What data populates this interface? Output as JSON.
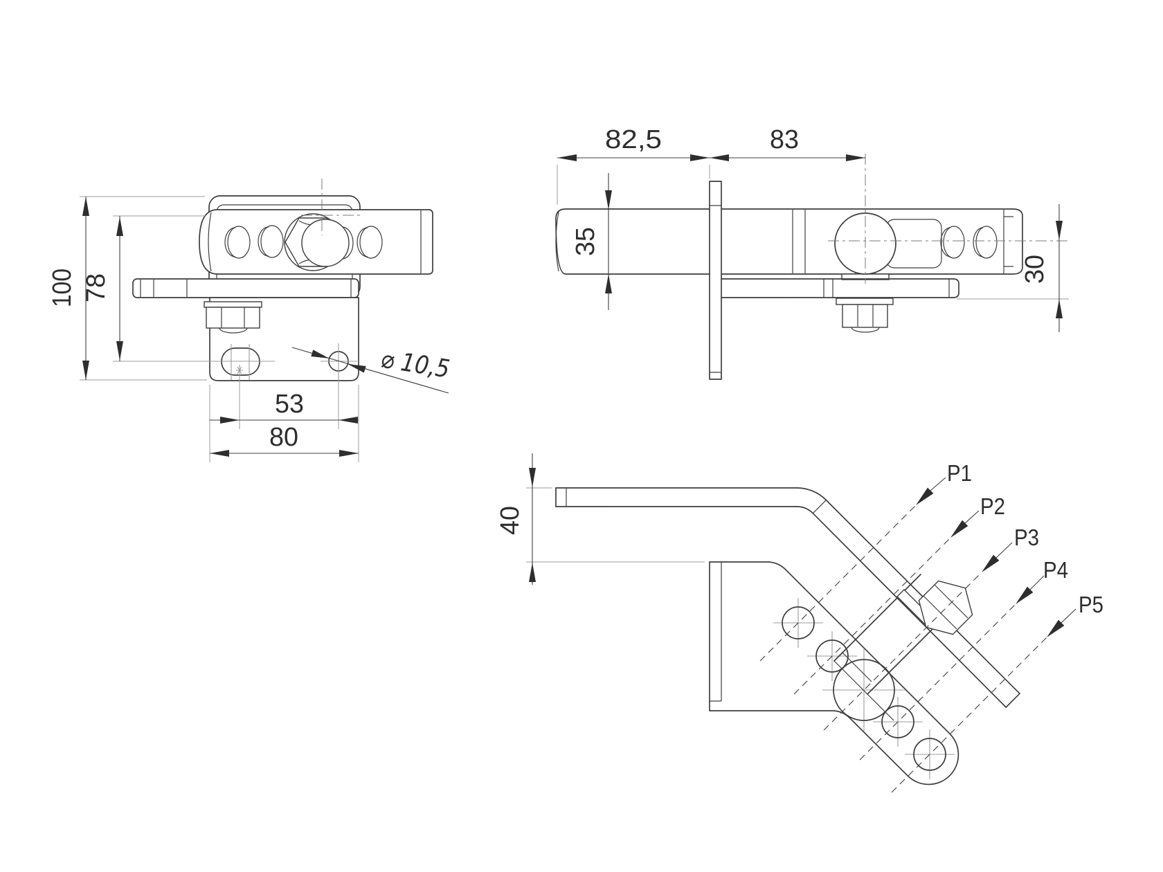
{
  "drawing": {
    "views": {
      "front": {
        "dims": {
          "overall_height": "100",
          "arm_underside_to_slot": "78",
          "slot_to_hole": "53",
          "plate_width": "80",
          "hole_diameter": "⌀ 10,5"
        }
      },
      "side": {
        "dims": {
          "bar_end_to_plate": "82,5",
          "plate_to_ball": "83",
          "bar_width": "35",
          "ball_center_to_flange": "30"
        }
      },
      "plan": {
        "dims": {
          "arm_offset": "40"
        },
        "positions": [
          {
            "label": "P1"
          },
          {
            "label": "P2"
          },
          {
            "label": "P3"
          },
          {
            "label": "P4"
          },
          {
            "label": "P5"
          }
        ]
      }
    }
  },
  "colors": {
    "background": "#ffffff",
    "outline": "#3d3d3d",
    "dimension_lines": "#3d3d3d",
    "extension_lines": "#9b9b9b",
    "centerlines": "#7a7a7a",
    "text": "#2e2e2e"
  }
}
